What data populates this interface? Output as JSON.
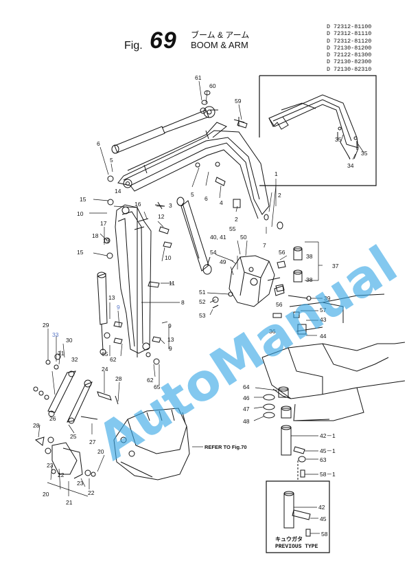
{
  "header": {
    "fig_prefix": "Fig.",
    "fig_number": "69",
    "title_jp": "ブーム & アーム",
    "title_en": "BOOM & ARM"
  },
  "models": [
    "D 72312-81100",
    "D 72312-81110",
    "D 72312-81120",
    "D 72130-81200",
    "D 72122-81300",
    "D 72130-82300",
    "D 72130-82310"
  ],
  "watermark": {
    "text": "AutoManual",
    "color": "#38a8e6"
  },
  "refer_label": "REFER TO Fig.70",
  "previous_type": {
    "jp": "キュウガタ",
    "en": "PREVIOUS TYPE"
  },
  "part_numbers": {
    "p1": "1",
    "p2a": "2",
    "p2b": "2",
    "p3": "3",
    "p4": "4",
    "p5a": "5",
    "p5b": "5",
    "p6a": "6",
    "p6b": "6",
    "p7": "7",
    "p8": "8",
    "p9a": "9",
    "p9b": "9",
    "p9c": "9",
    "p10a": "10",
    "p10b": "10",
    "p11": "11",
    "p12": "12",
    "p13a": "13",
    "p13b": "13",
    "p14": "14",
    "p15a": "15",
    "p15b": "15",
    "p16": "16",
    "p17": "17",
    "p18": "18",
    "p19": "19",
    "p20a": "20",
    "p20b": "20",
    "p21": "21",
    "p22a": "22",
    "p22b": "22",
    "p23a": "23",
    "p23b": "23",
    "p24": "24",
    "p25": "25",
    "p26": "26",
    "p27": "27",
    "p28a": "28",
    "p28b": "28",
    "p29": "29",
    "p30": "30",
    "p31": "31",
    "p32": "32",
    "p33": "33",
    "p34": "34",
    "p35a": "35",
    "p35b": "35",
    "p36": "36",
    "p37": "37",
    "p38a": "38",
    "p38b": "38",
    "p39": "39",
    "p40": "40, 41",
    "p42": "42",
    "p42_1": "42－1",
    "p43": "43",
    "p44": "44",
    "p45": "45",
    "p45_1": "45－1",
    "p46": "46",
    "p47": "47",
    "p48": "48",
    "p49": "49",
    "p50": "50",
    "p51": "51",
    "p52": "52",
    "p53": "53",
    "p54": "54",
    "p55": "55",
    "p56a": "56",
    "p56b": "56",
    "p57": "57",
    "p58": "58",
    "p58_1": "58－1",
    "p59": "59",
    "p60": "60",
    "p61": "61",
    "p62a": "62",
    "p62b": "62",
    "p63": "63",
    "p64": "64",
    "p65a": "65",
    "p65b": "65"
  }
}
